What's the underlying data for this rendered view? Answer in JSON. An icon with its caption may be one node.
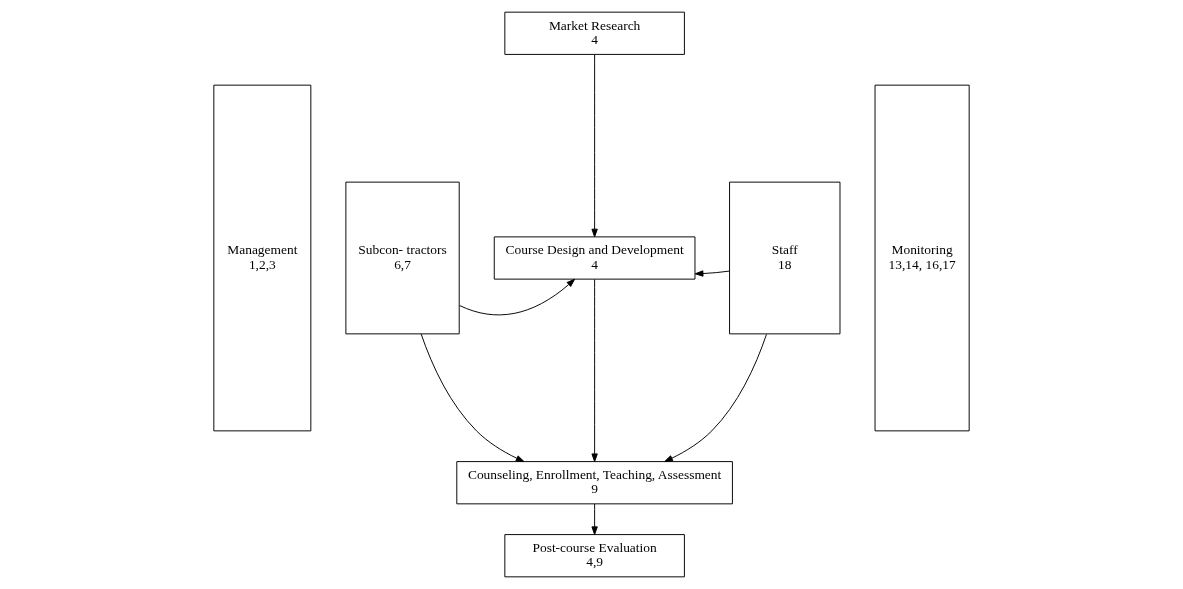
{
  "diagram": {
    "nodes": [
      {
        "text": [
          "Management",
          "1,2,3"
        ]
      },
      {
        "text": [
          "Market Research",
          "4"
        ]
      },
      {
        "text": [
          "Subcon- tractors",
          "6,7"
        ]
      },
      {
        "text": [
          "Course Design and Development",
          "4"
        ]
      },
      {
        "text": [
          "Staff",
          "18"
        ]
      },
      {
        "text": [
          "Counseling, Enrollment, Teaching, Assessment",
          "9"
        ]
      },
      {
        "text": [
          "Post-course Evaluation",
          "4,9"
        ]
      },
      {
        "text": [
          "Monitoring",
          "13,14, 16,17"
        ]
      }
    ],
    "edges": [
      {
        "from": 1,
        "to": 3,
        "arrow": "to"
      },
      {
        "from": 2,
        "to": 3,
        "arrow": "to"
      },
      {
        "from": 4,
        "to": 3,
        "arrow": "to"
      },
      {
        "from": 3,
        "to": 5,
        "arrow": "to"
      },
      {
        "from": 2,
        "to": 5,
        "arrow": "to"
      },
      {
        "from": 4,
        "to": 5,
        "arrow": "to"
      },
      {
        "from": 5,
        "to": 6,
        "arrow": "to"
      }
    ]
  }
}
